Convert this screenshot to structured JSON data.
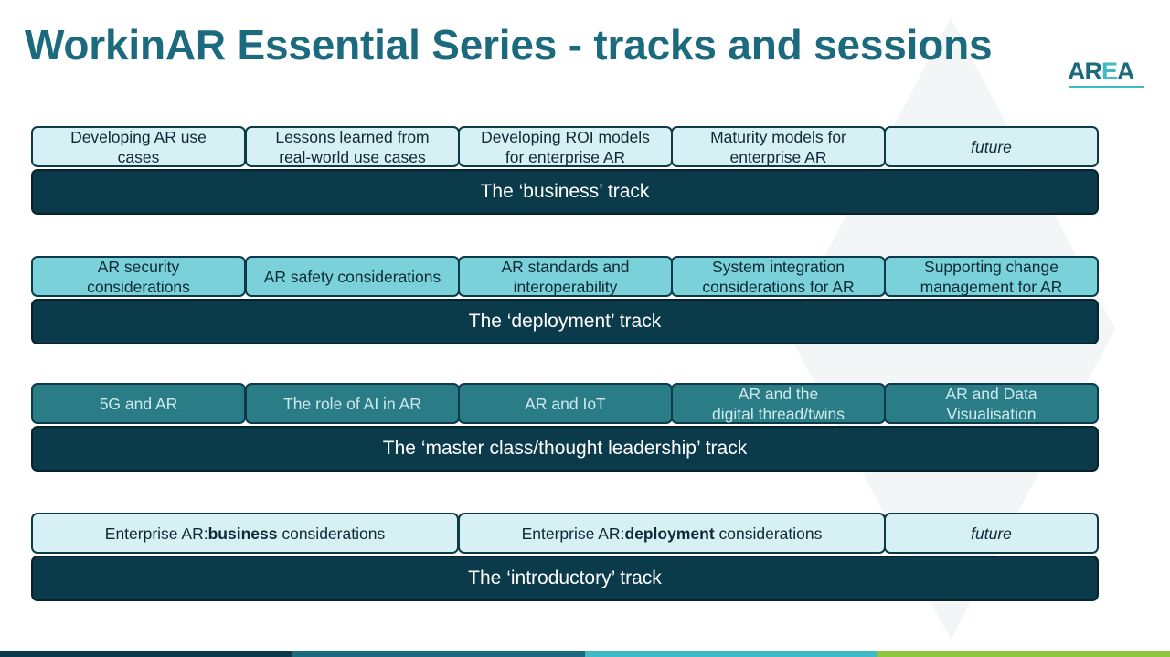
{
  "title": "WorkinAR Essential Series - tracks and sessions",
  "logo": {
    "text_left": "AR",
    "text_mid": "E",
    "text_right": "A"
  },
  "colors": {
    "title": "#1b6a7e",
    "track_bar": "#0b3a4a",
    "session_light": "#d6f0f3",
    "session_mid": "#7ad1d9",
    "session_dark": "#2a7d87",
    "footer": [
      "#0b3a4a",
      "#1b6a7e",
      "#3fb9c3",
      "#8cc63f"
    ]
  },
  "tracks": [
    {
      "label": "The ‘business’ track",
      "sessions": [
        {
          "line1": "Developing AR use",
          "line2": "cases"
        },
        {
          "line1": "Lessons learned from",
          "line2": "real-world use cases"
        },
        {
          "line1": "Developing ROI models",
          "line2": "for enterprise AR"
        },
        {
          "line1": "Maturity models for",
          "line2": "enterprise AR"
        },
        {
          "line1": "future",
          "line2": ""
        }
      ]
    },
    {
      "label": "The ‘deployment’ track",
      "sessions": [
        {
          "line1": "AR security",
          "line2": "considerations"
        },
        {
          "line1": "AR safety considerations",
          "line2": ""
        },
        {
          "line1": "AR standards and",
          "line2": "interoperability"
        },
        {
          "line1": "System integration",
          "line2": "considerations for AR"
        },
        {
          "line1": "Supporting change",
          "line2": "management for AR"
        }
      ]
    },
    {
      "label": "The ‘master class/thought leadership’ track",
      "sessions": [
        {
          "line1": "5G and AR",
          "line2": ""
        },
        {
          "line1": "The role of AI in AR",
          "line2": ""
        },
        {
          "line1": "AR and IoT",
          "line2": ""
        },
        {
          "line1": "AR and the",
          "line2": "digital thread/twins"
        },
        {
          "line1": "AR and Data",
          "line2": "Visualisation"
        }
      ]
    },
    {
      "label": "The ‘introductory’ track",
      "sessions": [
        {
          "prefix": "Enterprise AR:",
          "bold": "business",
          "suffix": " considerations"
        },
        {
          "prefix": "Enterprise AR:",
          "bold": "deployment",
          "suffix": " considerations"
        },
        {
          "line1": "future",
          "line2": ""
        }
      ]
    }
  ]
}
